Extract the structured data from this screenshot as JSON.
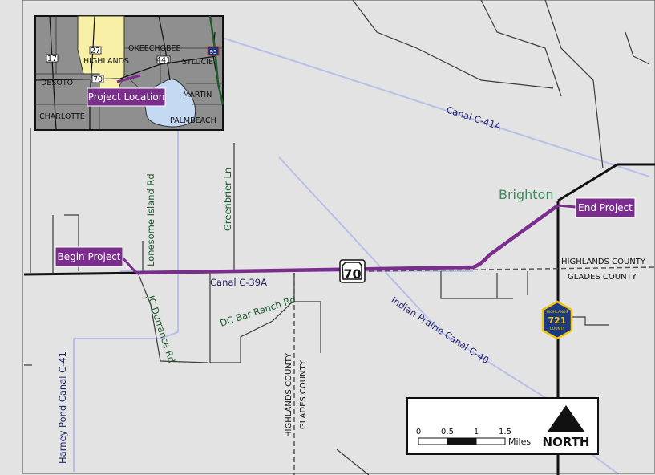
{
  "callouts": {
    "begin_project": "Begin Project",
    "end_project": "End Project",
    "project_location": "Project Location"
  },
  "places": {
    "town": "Brighton"
  },
  "roads": {
    "lonesome_island": "Lonesome Island Rd",
    "greenbrier": "Greenbrier Ln",
    "jc_durrance": "JC Durrance Rd",
    "dc_bar_ranch": "DC Bar Ranch Rd",
    "route_shield": "70",
    "county_shield_top": "HIGHLANDS",
    "county_shield_number": "721",
    "county_shield_bottom": "COUNTY"
  },
  "water": {
    "canal_c41a": "Canal C-41A",
    "canal_c39a": "Canal C-39A",
    "canal_c40": "Indian Prairie Canal C-40",
    "canal_c41": "Harney Pond Canal C-41"
  },
  "counties": {
    "highlands_county": "HIGHLANDS COUNTY",
    "glades_county": "GLADES COUNTY"
  },
  "inset": {
    "okeechobee": "OKEECHOBEE",
    "highlands": "HIGHLANDS",
    "stlucie": "STLUCIE",
    "desoto": "DESOTO",
    "martin": "MARTIN",
    "charlotte": "CHARLOTTE",
    "palmbeach": "PALMBEACH",
    "route_27": "27",
    "route_17": "17",
    "route_441": "441",
    "route_70": "70",
    "route_95": "95"
  },
  "scale": {
    "ticks": [
      "0",
      "0.5",
      "1",
      "1.5"
    ],
    "unit": "Miles",
    "north": "NORTH"
  },
  "colors": {
    "project_route": "#7b2d8e",
    "canal": "#b8bfe8",
    "background": "#e3e3e3",
    "callout": "#7b2d8e"
  }
}
